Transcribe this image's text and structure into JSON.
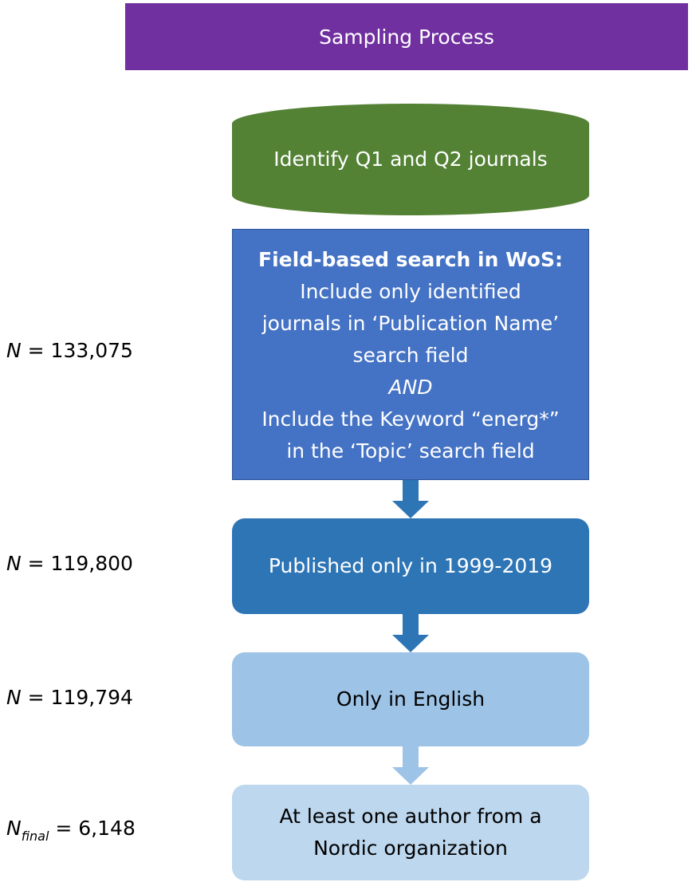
{
  "header": {
    "title": "Sampling Process"
  },
  "steps": [
    {
      "lines": [
        "Identify Q1 and Q2 journals"
      ]
    },
    {
      "heading": "Field-based search in WoS:",
      "lines": [
        "Include only identified",
        "journals in ‘Publication Name’",
        "search field"
      ],
      "connector": "AND",
      "lines2": [
        "Include the Keyword “energ*”",
        "in the ‘Topic’ search field"
      ]
    },
    {
      "lines": [
        "Published only in 1999-2019"
      ]
    },
    {
      "lines": [
        "Only in English"
      ]
    },
    {
      "lines": [
        "At least one author from a",
        "Nordic organization"
      ]
    }
  ],
  "counts": [
    {
      "symbol": "N",
      "subscript": "",
      "eq": " = 133,075"
    },
    {
      "symbol": "N",
      "subscript": "",
      "eq": " = 119,800"
    },
    {
      "symbol": "N",
      "subscript": "",
      "eq": " = 119,794"
    },
    {
      "symbol": "N",
      "subscript": "final",
      "eq": " = 6,148"
    }
  ],
  "colors": {
    "header": "#7030a0",
    "step1": "#548235",
    "step2": "#4472c4",
    "step3": "#2e75b6",
    "step4": "#9dc3e6",
    "step5": "#bdd7ee",
    "arrow_dark": "#2e75b6",
    "arrow_light": "#9dc3e6"
  }
}
